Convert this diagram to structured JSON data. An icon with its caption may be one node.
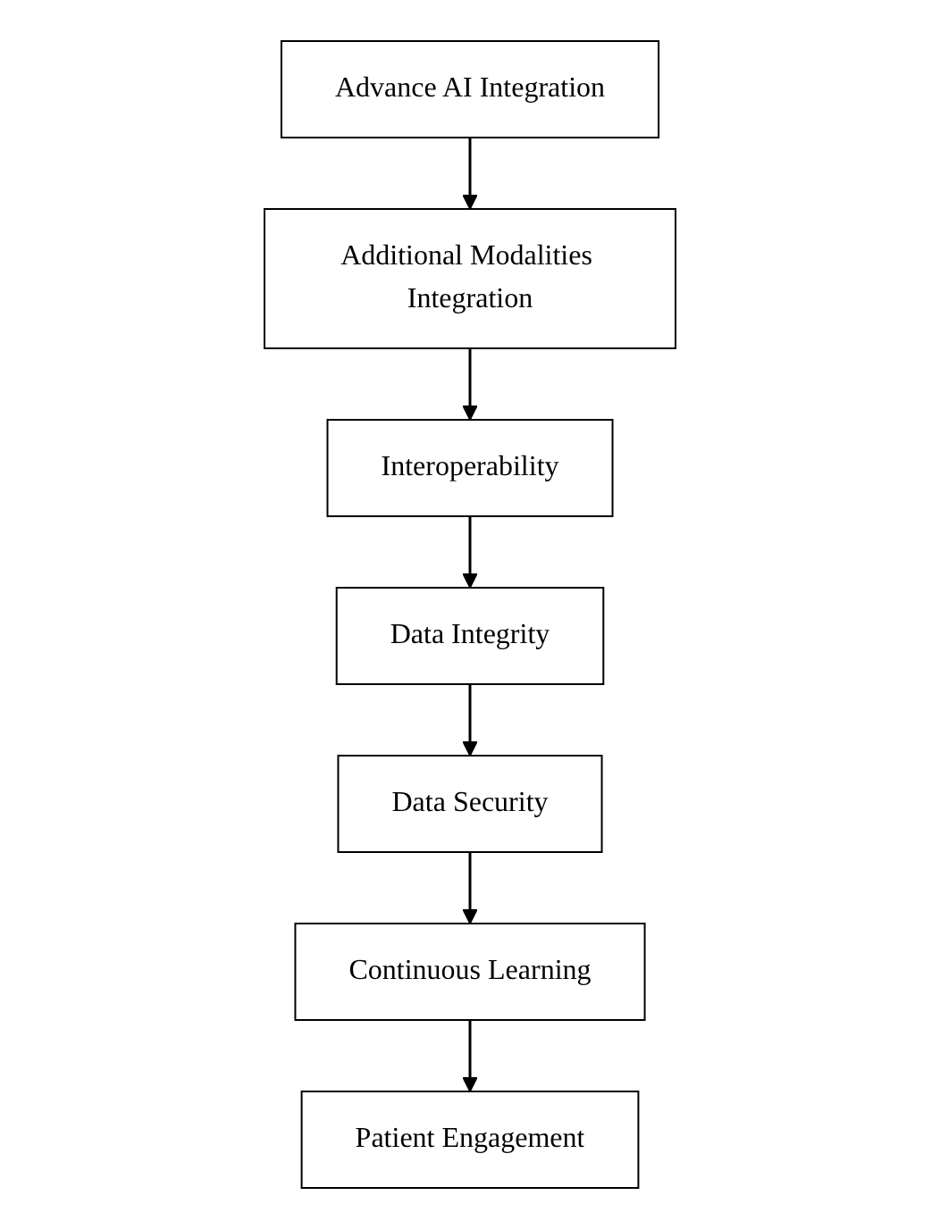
{
  "diagram": {
    "nodes": [
      {
        "text": [
          "Advance AI Integration"
        ]
      },
      {
        "text": [
          "Additional Modalities Integration"
        ]
      },
      {
        "text": [
          "Interoperability"
        ]
      },
      {
        "text": [
          "Data Integrity"
        ]
      },
      {
        "text": [
          "Data Security"
        ]
      },
      {
        "text": [
          "Continuous Learning"
        ]
      },
      {
        "text": [
          "Patient Engagement"
        ]
      }
    ],
    "edges": [
      {
        "from": 0,
        "to": 1,
        "arrow": "to"
      },
      {
        "from": 1,
        "to": 2,
        "arrow": "to"
      },
      {
        "from": 2,
        "to": 3,
        "arrow": "to"
      },
      {
        "from": 3,
        "to": 4,
        "arrow": "to"
      },
      {
        "from": 4,
        "to": 5,
        "arrow": "to"
      },
      {
        "from": 5,
        "to": 6,
        "arrow": "to"
      }
    ]
  }
}
